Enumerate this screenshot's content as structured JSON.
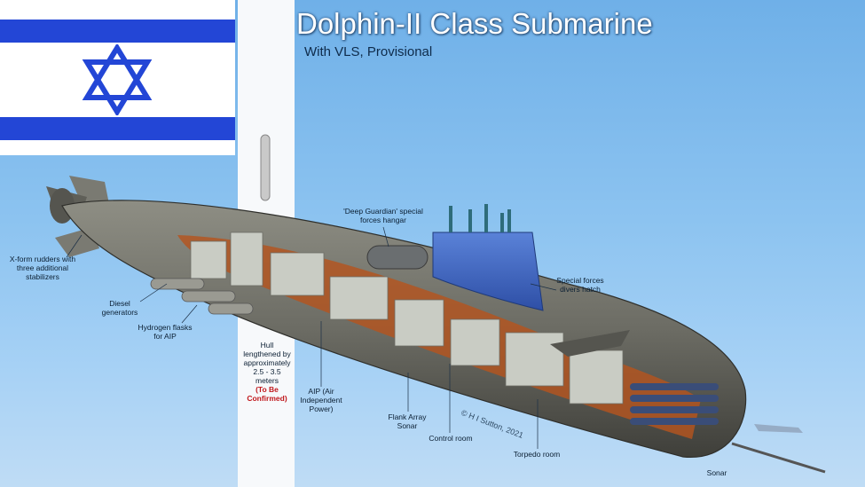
{
  "title": "Dolphin-II Class Submarine",
  "subtitle": "With VLS, Provisional",
  "credit": "© H I Sutton, 2021",
  "colors": {
    "flag_blue": "#2346d6",
    "sky": "#8cc3f0",
    "hull": "#6c6c64",
    "cutaway": "#b5541f",
    "sail": "#3c66c8"
  },
  "icons": {
    "flag_symbol": "star-of-david-icon"
  },
  "labels": {
    "xform": "X-form rudders with three additional stabilizers",
    "diesel": "Diesel generators",
    "hydrogen": "Hydrogen flasks for AIP",
    "hull": "Hull lengthened by approximately 2.5 - 3.5 meters",
    "hull_note": "(To Be Confirmed)",
    "aip": "AIP (Air Independent Power)",
    "flank": "Flank Array Sonar",
    "control": "Control room",
    "torpedo": "Torpedo room",
    "deep_guardian": "'Deep Guardian' special forces hangar",
    "special_hatch": "Special forces divers hatch",
    "sonar": "Sonar"
  }
}
